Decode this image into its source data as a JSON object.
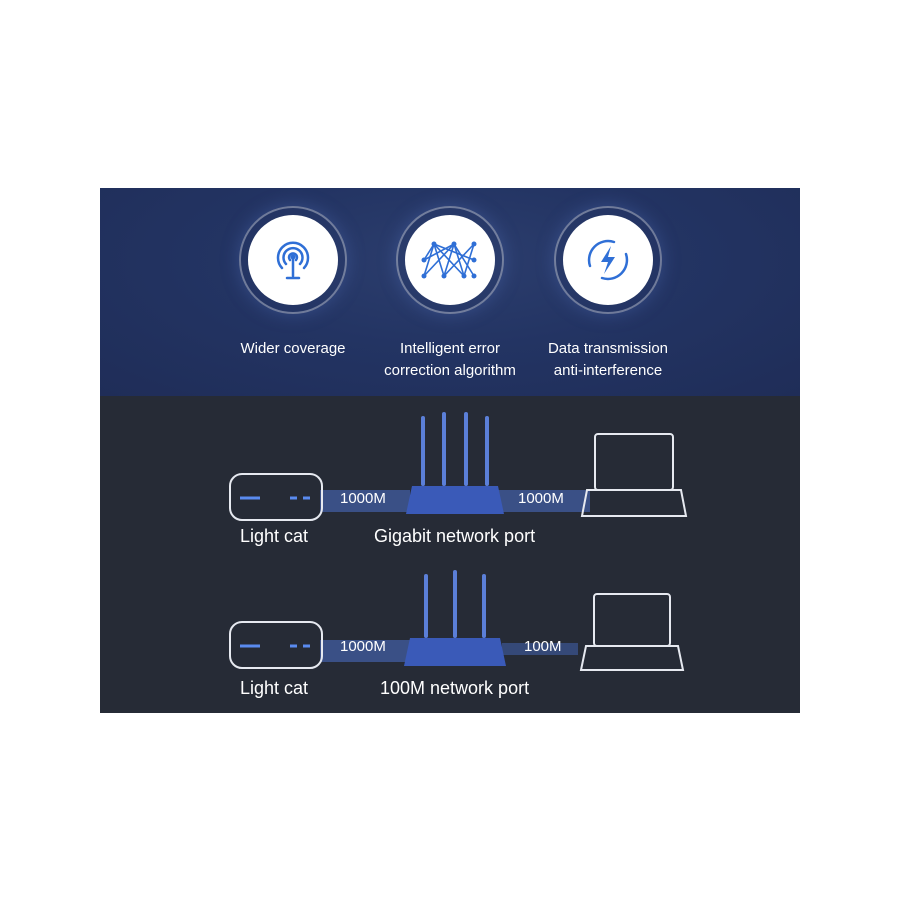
{
  "features": [
    {
      "icon": "antenna-signal-icon",
      "label": "Wider coverage"
    },
    {
      "icon": "network-mesh-icon",
      "label_line1": "Intelligent error",
      "label_line2": "correction algorithm"
    },
    {
      "icon": "lightning-cycle-icon",
      "label_line1": "Data transmission",
      "label_line2": "anti-interference"
    }
  ],
  "rows": [
    {
      "left_device": "Light cat",
      "left_speed": "1000M",
      "right_speed": "1000M",
      "port_label": "Gigabit network port"
    },
    {
      "left_device": "Light cat",
      "left_speed": "1000M",
      "right_speed": "100M",
      "port_label": "100M network port"
    }
  ],
  "colors": {
    "top_bg": "#233463",
    "bottom_bg": "#262b36",
    "icon_blue": "#2f6fd6",
    "link_blue": "#4a6fc9"
  }
}
